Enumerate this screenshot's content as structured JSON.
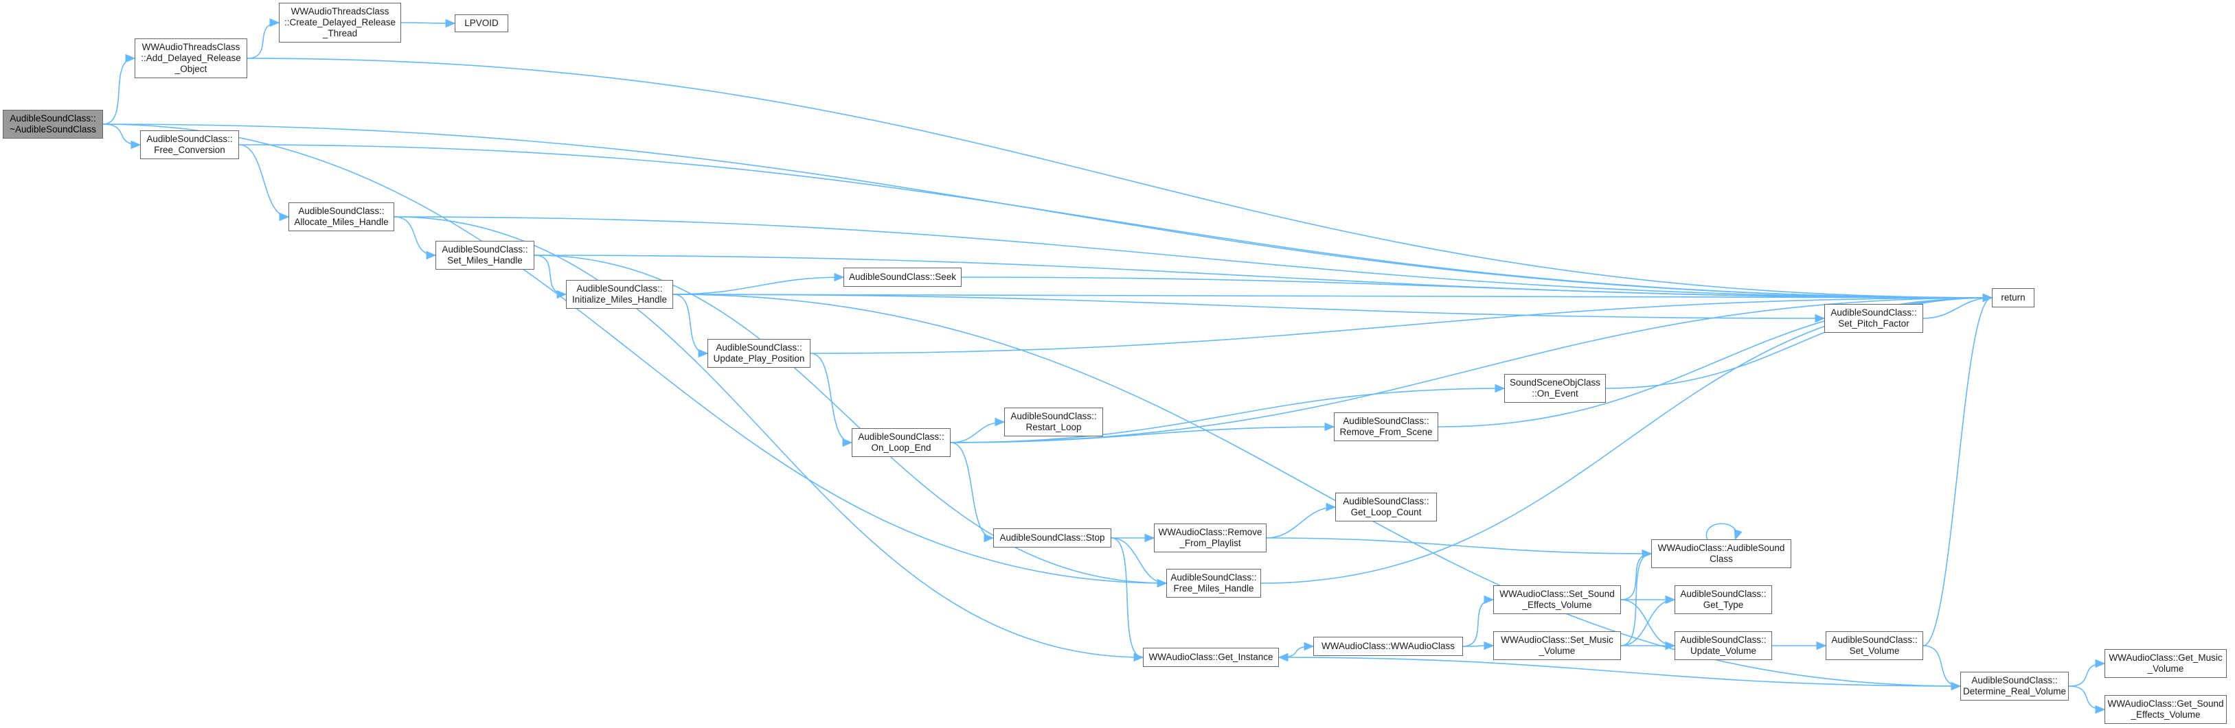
{
  "diagram": {
    "nodes": {
      "root": "AudibleSoundClass::\n~AudibleSoundClass",
      "add_delayed": "WWAudioThreadsClass\n::Add_Delayed_Release\n_Object",
      "create_delayed": "WWAudioThreadsClass\n::Create_Delayed_Release\n_Thread",
      "lpvoid": "LPVOID",
      "free_conversion": "AudibleSoundClass::\nFree_Conversion",
      "allocate_miles": "AudibleSoundClass::\nAllocate_Miles_Handle",
      "set_miles": "AudibleSoundClass::\nSet_Miles_Handle",
      "initialize_miles": "AudibleSoundClass::\nInitialize_Miles_Handle",
      "seek": "AudibleSoundClass::Seek",
      "update_play": "AudibleSoundClass::\nUpdate_Play_Position",
      "on_loop_end": "AudibleSoundClass::\nOn_Loop_End",
      "restart_loop": "AudibleSoundClass::\nRestart_Loop",
      "remove_from_scene": "AudibleSoundClass::\nRemove_From_Scene",
      "sound_scene_on_event": "SoundSceneObjClass\n::On_Event",
      "set_pitch": "AudibleSoundClass::\nSet_Pitch_Factor",
      "ret": "return",
      "stop": "AudibleSoundClass::Stop",
      "remove_playlist": "WWAudioClass::Remove\n_From_Playlist",
      "get_loop_count": "AudibleSoundClass::\nGet_Loop_Count",
      "free_miles": "AudibleSoundClass::\nFree_Miles_Handle",
      "ww_audiblesound": "WWAudioClass::AudibleSound\nClass",
      "set_sfx_volume": "WWAudioClass::Set_Sound\n_Effects_Volume",
      "get_type": "AudibleSoundClass::\nGet_Type",
      "get_instance": "WWAudioClass::Get_Instance",
      "ww_ctor": "WWAudioClass::WWAudioClass",
      "set_music_volume": "WWAudioClass::Set_Music\n_Volume",
      "update_volume": "AudibleSoundClass::\nUpdate_Volume",
      "set_volume": "AudibleSoundClass::\nSet_Volume",
      "determine_real": "AudibleSoundClass::\nDetermine_Real_Volume",
      "get_music_volume": "WWAudioClass::Get_Music\n_Volume",
      "get_sfx_volume": "WWAudioClass::Get_Sound\n_Effects_Volume"
    },
    "edges": [
      [
        "root",
        "add_delayed"
      ],
      [
        "root",
        "ret"
      ],
      [
        "root",
        "free_conversion"
      ],
      [
        "root",
        "free_miles"
      ],
      [
        "add_delayed",
        "create_delayed"
      ],
      [
        "add_delayed",
        "ret"
      ],
      [
        "create_delayed",
        "lpvoid"
      ],
      [
        "free_conversion",
        "ret"
      ],
      [
        "free_conversion",
        "allocate_miles"
      ],
      [
        "allocate_miles",
        "ret"
      ],
      [
        "allocate_miles",
        "set_miles"
      ],
      [
        "allocate_miles",
        "get_instance"
      ],
      [
        "set_miles",
        "ret"
      ],
      [
        "set_miles",
        "initialize_miles"
      ],
      [
        "set_miles",
        "free_miles"
      ],
      [
        "initialize_miles",
        "ret"
      ],
      [
        "initialize_miles",
        "seek"
      ],
      [
        "initialize_miles",
        "set_pitch"
      ],
      [
        "initialize_miles",
        "update_play"
      ],
      [
        "initialize_miles",
        "determine_real"
      ],
      [
        "seek",
        "ret"
      ],
      [
        "set_pitch",
        "ret"
      ],
      [
        "update_play",
        "ret"
      ],
      [
        "update_play",
        "on_loop_end"
      ],
      [
        "on_loop_end",
        "sound_scene_on_event"
      ],
      [
        "on_loop_end",
        "restart_loop"
      ],
      [
        "on_loop_end",
        "remove_from_scene"
      ],
      [
        "on_loop_end",
        "ret"
      ],
      [
        "on_loop_end",
        "stop"
      ],
      [
        "sound_scene_on_event",
        "ret"
      ],
      [
        "remove_from_scene",
        "ret"
      ],
      [
        "stop",
        "remove_playlist"
      ],
      [
        "stop",
        "free_miles"
      ],
      [
        "stop",
        "get_instance"
      ],
      [
        "remove_playlist",
        "get_loop_count"
      ],
      [
        "remove_playlist",
        "ww_audiblesound"
      ],
      [
        "free_miles",
        "ret"
      ],
      [
        "ww_audiblesound",
        "ww_audiblesound"
      ],
      [
        "get_instance",
        "ww_ctor"
      ],
      [
        "ww_ctor",
        "set_sfx_volume"
      ],
      [
        "ww_ctor",
        "set_music_volume"
      ],
      [
        "set_sfx_volume",
        "ww_audiblesound"
      ],
      [
        "set_sfx_volume",
        "get_type"
      ],
      [
        "set_sfx_volume",
        "update_volume"
      ],
      [
        "set_music_volume",
        "ww_audiblesound"
      ],
      [
        "set_music_volume",
        "get_type"
      ],
      [
        "set_music_volume",
        "update_volume"
      ],
      [
        "update_volume",
        "set_volume"
      ],
      [
        "set_volume",
        "ret"
      ],
      [
        "set_volume",
        "determine_real"
      ],
      [
        "determine_real",
        "get_instance"
      ],
      [
        "determine_real",
        "get_music_volume"
      ],
      [
        "determine_real",
        "get_sfx_volume"
      ]
    ]
  },
  "colors": {
    "edge": "#63b8ff",
    "node_border": "#666666",
    "root_fill": "#999999",
    "node_fill": "#ffffff"
  }
}
